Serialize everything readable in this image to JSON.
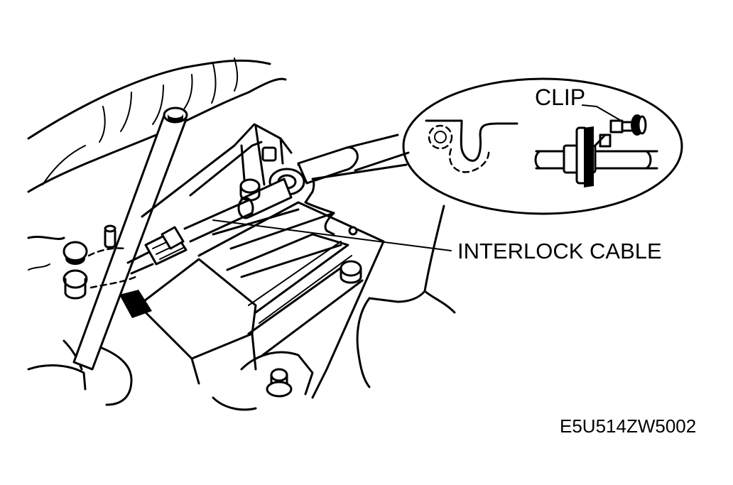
{
  "labels": {
    "clip": "CLIP",
    "interlock_cable": "INTERLOCK CABLE",
    "figure_code": "E5U514ZW5002"
  },
  "colors": {
    "ink": "#000000",
    "paper": "#ffffff"
  }
}
